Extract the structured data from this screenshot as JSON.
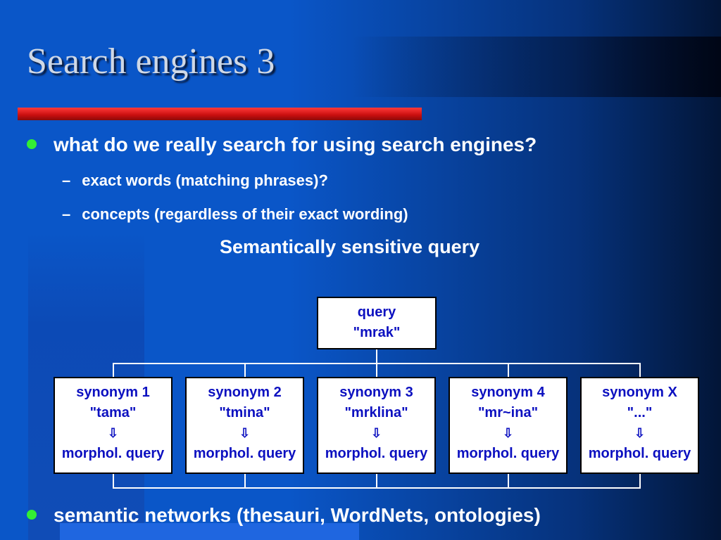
{
  "slide": {
    "title": "Search engines 3",
    "bullet1": "what do we really search for using search engines?",
    "sub1": "exact words (matching phrases)?",
    "sub2": "concepts (regardless of their exact wording)",
    "dash": "–",
    "caption": "Semantically sensitive query",
    "bullet2": "semantic networks (thesauri, WordNets, ontologies)"
  },
  "diagram": {
    "query": {
      "line1": "query",
      "line2": "\"mrak\""
    },
    "arrow": "⇩",
    "synonyms": [
      {
        "name": "synonym 1",
        "word": "\"tama\"",
        "morph": "morphol. query"
      },
      {
        "name": "synonym 2",
        "word": "\"tmina\"",
        "morph": "morphol. query"
      },
      {
        "name": "synonym 3",
        "word": "\"mrklina\"",
        "morph": "morphol. query"
      },
      {
        "name": "synonym 4",
        "word": "\"mr~ina\"",
        "morph": "morphol. query"
      },
      {
        "name": "synonym X",
        "word": "\"...\"",
        "morph": "morphol. query"
      }
    ]
  },
  "colors": {
    "background": "#0a56c8",
    "title_underline": "#c80f0f",
    "bullet_dot": "#33ee33",
    "box_text": "#0c10c0"
  }
}
